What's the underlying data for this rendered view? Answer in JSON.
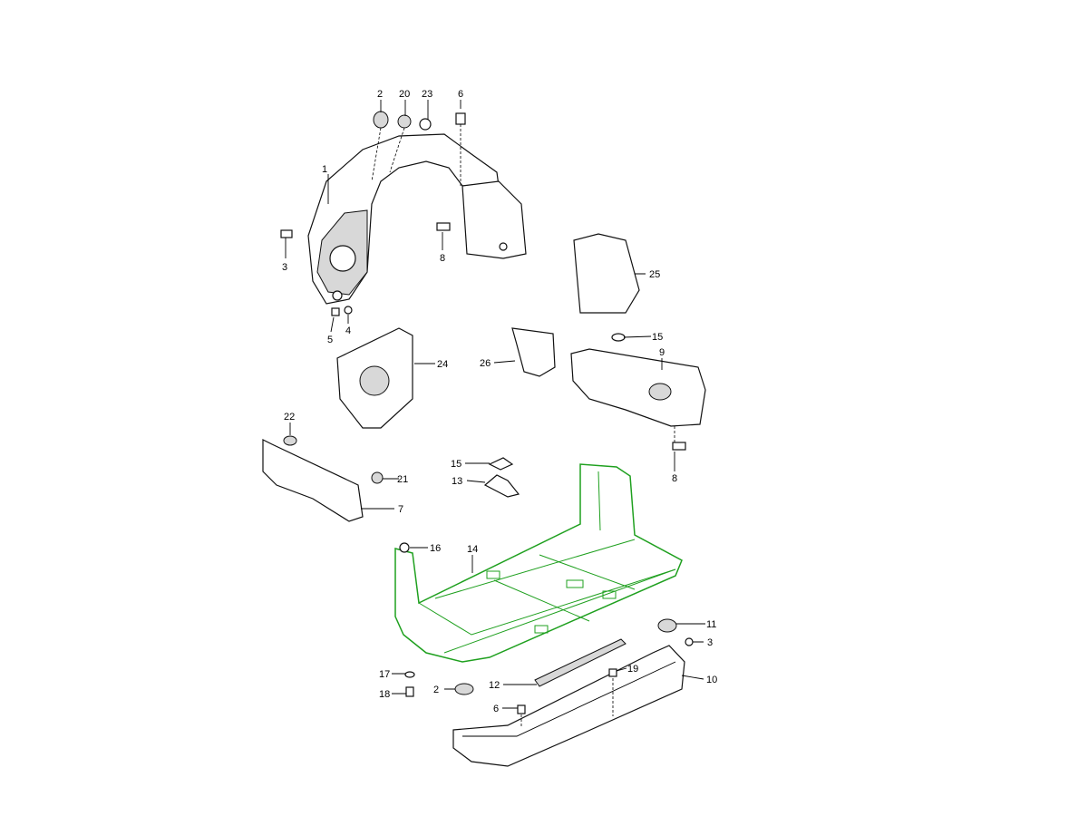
{
  "diagram": {
    "highlight_color": "#1fa01f",
    "labels": {
      "l2a": "2",
      "l20": "20",
      "l23": "23",
      "l6a": "6",
      "l1": "1",
      "l3a": "3",
      "l8a": "8",
      "l25": "25",
      "l5": "5",
      "l4": "4",
      "l24": "24",
      "l26": "26",
      "l15a": "15",
      "l9": "9",
      "l22": "22",
      "l21": "21",
      "l7": "7",
      "l15b": "15",
      "l13": "13",
      "l8b": "8",
      "l16": "16",
      "l14": "14",
      "l11": "11",
      "l3b": "3",
      "l12": "12",
      "l19": "19",
      "l10": "10",
      "l17": "17",
      "l2b": "2",
      "l18": "18",
      "l6b": "6"
    }
  }
}
